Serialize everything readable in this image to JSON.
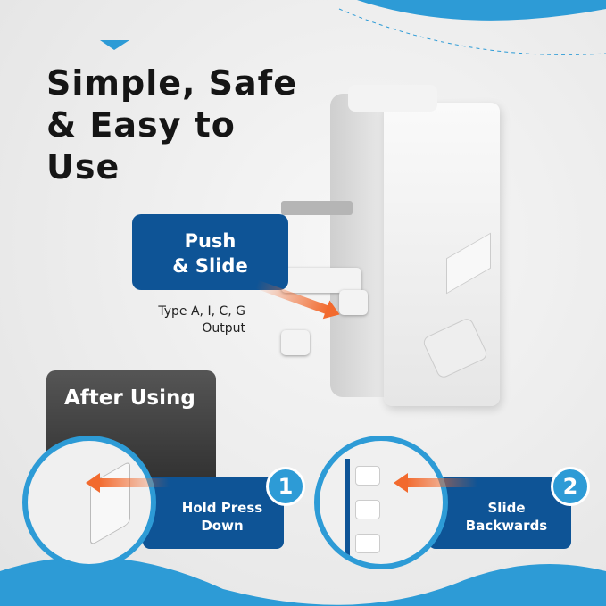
{
  "headline": {
    "line1": "Simple, Safe",
    "line2": "& Easy to",
    "line3": "Use"
  },
  "push_slide": {
    "line1": "Push",
    "line2": "& Slide"
  },
  "output": {
    "line1": "Type A, I, C, G",
    "line2": "Output"
  },
  "after_using": "After Using",
  "steps": [
    {
      "number": "1",
      "line1": "Hold Press",
      "line2": "Down"
    },
    {
      "number": "2",
      "line1": "Slide",
      "line2": "Backwards"
    }
  ],
  "colors": {
    "brand_blue": "#0e5496",
    "accent_blue": "#2d9bd6",
    "arrow_orange": "#f26a2e"
  }
}
